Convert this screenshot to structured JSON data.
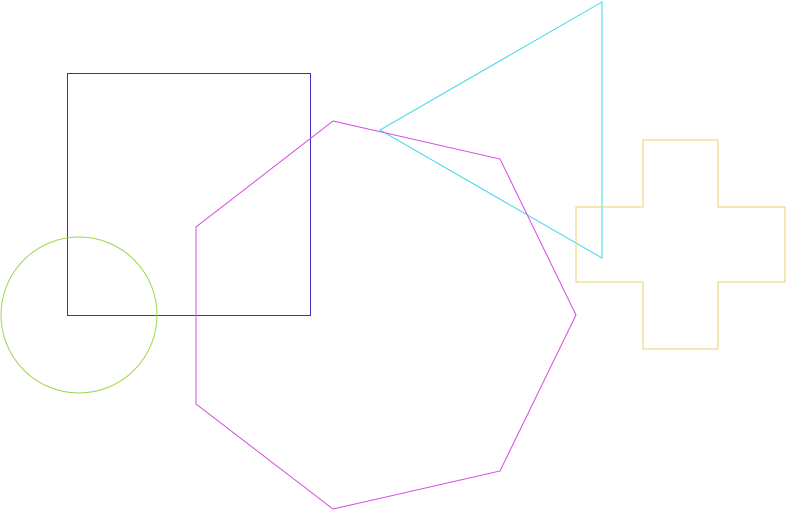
{
  "background": "#ffffff",
  "shapes": [
    {
      "kind": "square",
      "name": "blue-square",
      "stroke": "#3a2fc7"
    },
    {
      "kind": "triangle",
      "name": "cyan-triangle",
      "stroke": "#3fd8e6"
    },
    {
      "kind": "cross",
      "name": "yellow-cross",
      "stroke": "#e9d36a"
    },
    {
      "kind": "circle",
      "name": "green-circle",
      "stroke": "#9bd84a"
    },
    {
      "kind": "heptagon",
      "name": "magenta-heptagon",
      "stroke": "#d84ae0"
    }
  ]
}
